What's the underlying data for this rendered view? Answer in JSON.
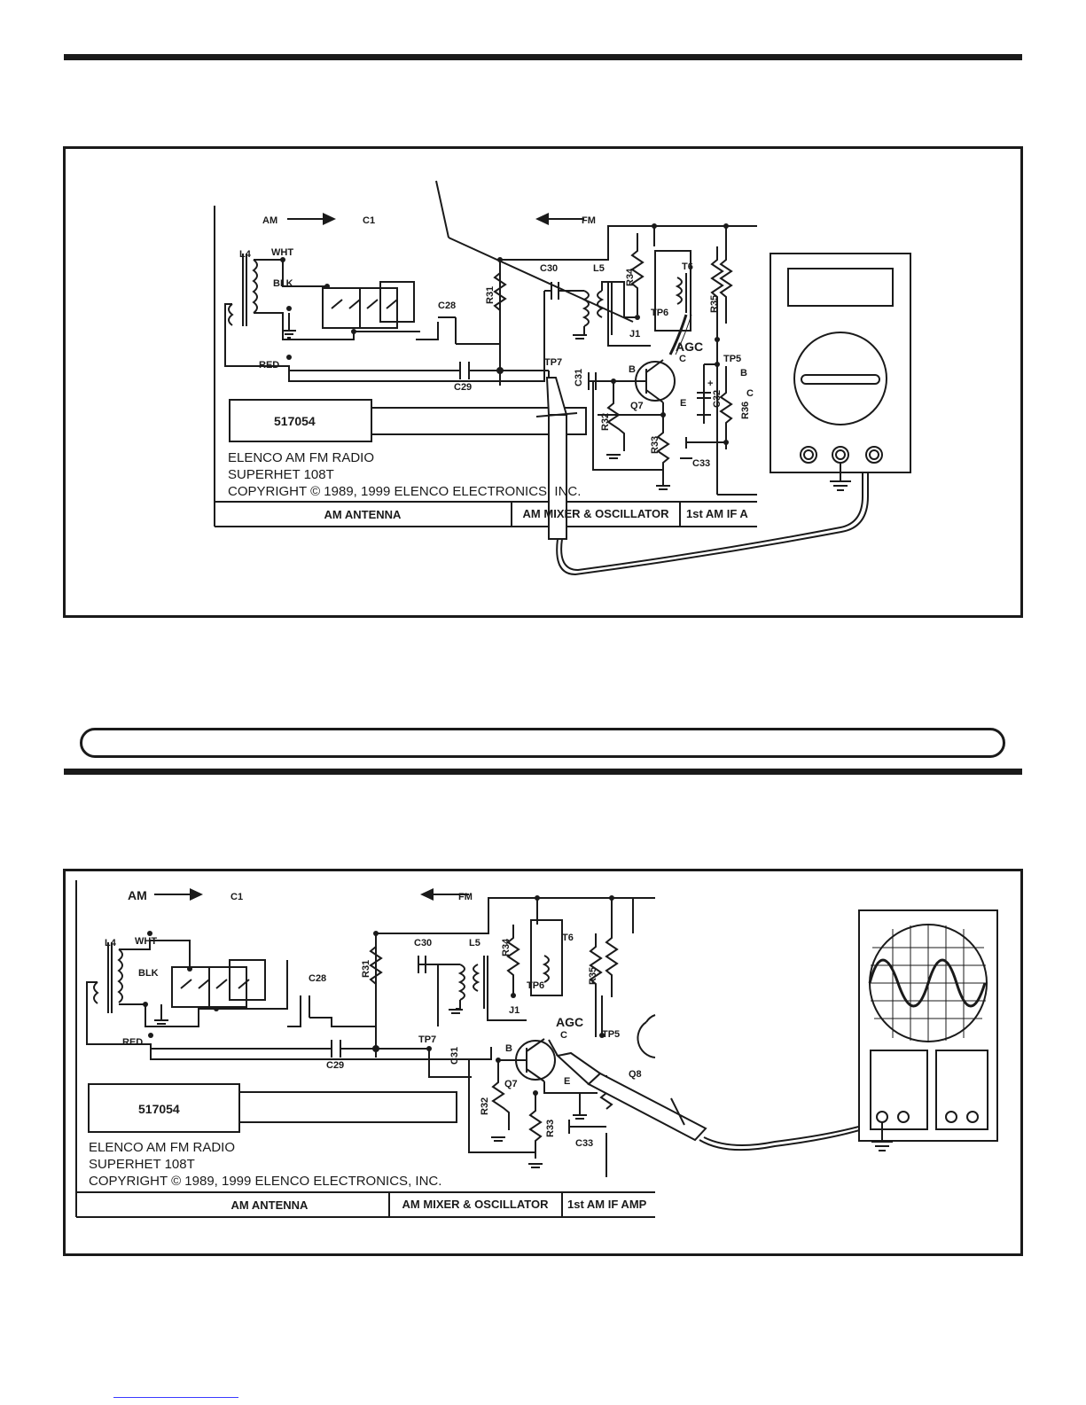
{
  "figure1": {
    "schematic": {
      "am_label": "AM",
      "c1_label": "C1",
      "fm_label": "FM",
      "l4": "L4",
      "wht": "WHT",
      "blk": "BLK",
      "red": "RED",
      "r31": "R31",
      "c28": "C28",
      "c29": "C29",
      "c30": "C30",
      "l5": "L5",
      "r34": "R34",
      "t6": "T6",
      "r35": "R35",
      "tp6": "TP6",
      "j1": "J1",
      "agc": "AGC",
      "c_pin": "C",
      "tp5": "TP5",
      "tp7": "TP7",
      "c31": "C31",
      "b_pin": "B",
      "b_pin2": "B",
      "c_pin2": "C",
      "q7": "Q7",
      "e_pin": "E",
      "c32": "C32",
      "plus": "+",
      "r36": "R36",
      "r32": "R32",
      "r33": "R33",
      "c33": "C33",
      "part_number": "517054",
      "brand_line1": "ELENCO AM FM RADIO",
      "brand_line2": "SUPERHET 108T",
      "copyright": "COPYRIGHT © 1989, 1999  ELENCO ELECTRONICS, INC.",
      "bar_am_antenna": "AM ANTENNA",
      "bar_mixer": "AM  MIXER & OSCILLATOR",
      "bar_if": "1st AM IF A"
    },
    "instrument_icon": "digital-multimeter-icon"
  },
  "figure2": {
    "schematic": {
      "am_label": "AM",
      "c1_label": "C1",
      "fm_label": "FM",
      "l4": "L4",
      "wht": "WHT",
      "blk": "BLK",
      "red": "RED",
      "r31": "R31",
      "c28": "C28",
      "c29": "C29",
      "c30": "C30",
      "l5": "L5",
      "r34": "R34",
      "t6": "T6",
      "r35": "R35",
      "tp6": "TP6",
      "j1": "J1",
      "agc": "AGC",
      "c_pin": "C",
      "tp5": "TP5",
      "tp7": "TP7",
      "c31": "C31",
      "b_pin": "B",
      "q7": "Q7",
      "q8": "Q8",
      "e_pin": "E",
      "r32": "R32",
      "r33": "R33",
      "c33": "C33",
      "part_number": "517054",
      "brand_line1": "ELENCO AM FM RADIO",
      "brand_line2": "SUPERHET 108T",
      "copyright": "COPYRIGHT © 1989, 1999  ELENCO ELECTRONICS, INC.",
      "bar_am_antenna": "AM ANTENNA",
      "bar_mixer": "AM  MIXER & OSCILLATOR",
      "bar_if": "1st AM IF AMP"
    },
    "instrument_icon": "oscilloscope-icon"
  }
}
